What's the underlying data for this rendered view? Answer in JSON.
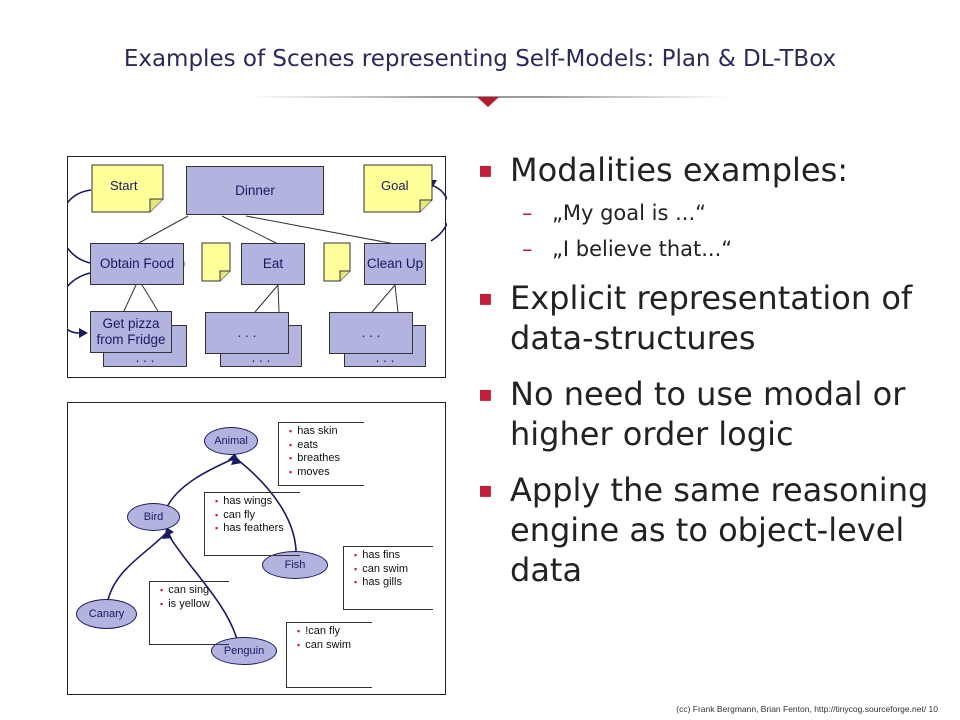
{
  "title": "Examples of Scenes representing Self-Models: Plan & DL-TBox",
  "plan": {
    "start": "Start",
    "dinner": "Dinner",
    "goal": "Goal",
    "obtain_food": "Obtain Food",
    "eat": "Eat",
    "clean_up": "Clean Up",
    "get_pizza": "Get pizza from Fridge",
    "ellipsis": ". . ."
  },
  "tbox": {
    "animal": "Animal",
    "bird": "Bird",
    "fish": "Fish",
    "canary": "Canary",
    "penguin": "Penguin",
    "animal_props": [
      "has skin",
      "eats",
      "breathes",
      "moves"
    ],
    "bird_props": [
      "has wings",
      "can fly",
      "has feathers"
    ],
    "fish_props": [
      "has fins",
      "can swim",
      "has gills"
    ],
    "canary_props": [
      "can sing",
      "is yellow"
    ],
    "penguin_props": [
      "!can fly",
      "can swim"
    ]
  },
  "bullets": {
    "modalities": "Modalities examples:",
    "goal_quote": "„My goal is ...“",
    "believe_quote": "„I believe that...“",
    "explicit": "Explicit representation of data-structures",
    "no_need": "No need to use modal or higher order logic",
    "apply": "Apply the same reasoning engine as to object-level data"
  },
  "footer": "(cc) Frank Bergmann, Brian Fenton, http://tinycog.sourceforge.net/ 10",
  "colors": {
    "accent": "#c2203a",
    "box_fill": "#b3b3e0",
    "note_fill": "#ffff99",
    "title": "#2a2a5a",
    "marker": "#e00000"
  }
}
